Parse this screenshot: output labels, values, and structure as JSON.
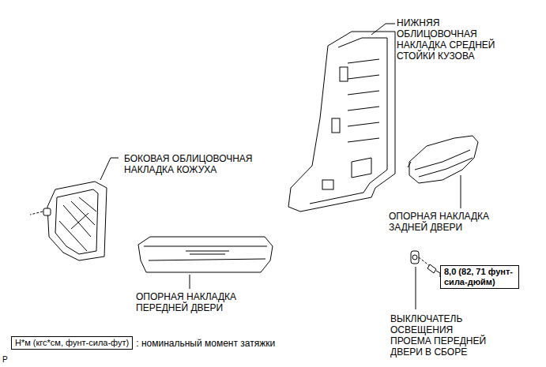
{
  "diagram": {
    "nodes": [
      {
        "text": [
          "8,0 (82, 71 фунт-сила-дюйм)"
        ]
      },
      {
        "text": [
          "Н*м (кгс*см, фунт-сила-фут)"
        ]
      }
    ],
    "labels": [
      "НИЖНЯЯ ОБЛИЦОВОЧНАЯ НАКЛАДКА СРЕДНЕЙ СТОЙКИ КУЗОВА",
      "БОКОВАЯ ОБЛИЦОВОЧНАЯ НАКЛАДКА КОЖУХА",
      "ОПОРНАЯ НАКЛАДКА ЗАДНЕЙ ДВЕРИ",
      "ОПОРНАЯ НАКЛАДКА ПЕРЕДНЕЙ ДВЕРИ",
      "ВЫКЛЮЧАТЕЛЬ ОСВЕЩЕНИЯ ПРОЕМА ПЕРЕДНЕЙ ДВЕРИ В СБОРЕ",
      ": номинальный момент затяжки",
      "P"
    ]
  }
}
